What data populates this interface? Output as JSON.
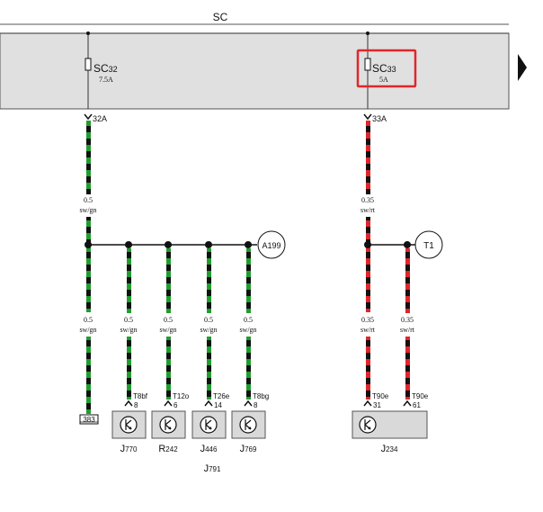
{
  "bus": {
    "label": "SC"
  },
  "fuses": [
    {
      "name": "SC",
      "sub": "32",
      "rating": "7.5A",
      "terminal": "32A"
    },
    {
      "name": "SC",
      "sub": "33",
      "rating": "5A",
      "terminal": "33A",
      "highlight_color": "#e0262b"
    }
  ],
  "wires": [
    {
      "gauge": "0.5",
      "color_code": "sw/gn"
    },
    {
      "gauge": "0.35",
      "color_code": "sw/rt"
    },
    {
      "gauge": "0.5",
      "color_code": "sw/gn"
    },
    {
      "gauge": "0.5",
      "color_code": "sw/gn"
    },
    {
      "gauge": "0.5",
      "color_code": "sw/gn"
    },
    {
      "gauge": "0.5",
      "color_code": "sw/gn"
    },
    {
      "gauge": "0.5",
      "color_code": "sw/gn"
    },
    {
      "gauge": "0.35",
      "color_code": "sw/rt"
    },
    {
      "gauge": "0.35",
      "color_code": "sw/rt"
    }
  ],
  "references": {
    "a199": "A199",
    "t1": "T1",
    "ground_box": "383"
  },
  "connectors": [
    {
      "name": "T8bf",
      "pin": "8"
    },
    {
      "name": "T12o",
      "pin": "6"
    },
    {
      "name": "T26e",
      "pin": "14"
    },
    {
      "name": "T8bg",
      "pin": "8"
    },
    {
      "name": "T90e",
      "pin": "31"
    },
    {
      "name": "T90e",
      "pin": "61"
    }
  ],
  "components": [
    {
      "prefix": "J",
      "sub": "770"
    },
    {
      "prefix": "R",
      "sub": "242"
    },
    {
      "prefix": "J",
      "sub": "446"
    },
    {
      "prefix": "J",
      "sub": "769"
    },
    {
      "prefix": "J",
      "sub": "234"
    }
  ],
  "group_label": {
    "prefix": "J",
    "sub": "791"
  },
  "colors": {
    "black": "#111111",
    "green": "#1f9e2e",
    "red": "#e0262b",
    "panel": "#e0e0e0",
    "module": "#d9d9d9"
  }
}
